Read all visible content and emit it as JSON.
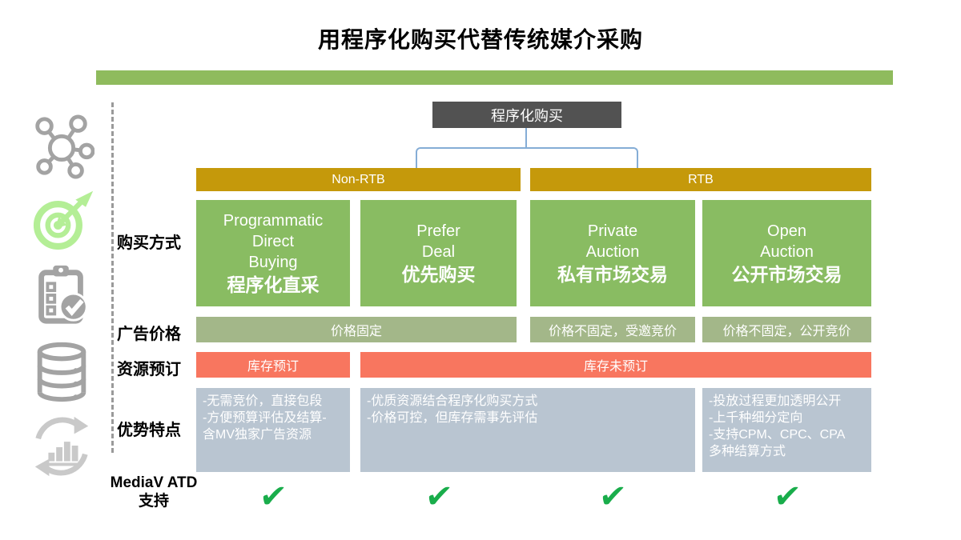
{
  "title": "用程序化购买代替传统媒介采购",
  "colors": {
    "top_bar_green": "#8FBB5D",
    "root_box_gray": "#525252",
    "connector_blue": "#85ADD6",
    "branch_gold": "#C5990B",
    "method_green": "#89BC62",
    "price_sage": "#A3B789",
    "booking_salmon": "#F8765F",
    "features_grayblue": "#B9C5D1",
    "check_green": "#19AD4B",
    "icon_gray": "#A3A3A3",
    "icon_light_gray": "#C9C9C9",
    "icon_green": "#B4EE96"
  },
  "icon_rail": {
    "icons": [
      {
        "name": "network-icon"
      },
      {
        "name": "target-arrow-icon"
      },
      {
        "name": "clipboard-checklist-icon"
      },
      {
        "name": "database-icon"
      },
      {
        "name": "analytics-cycle-icon"
      }
    ]
  },
  "tree": {
    "root_label": "程序化购买",
    "branch_left": "Non-RTB",
    "branch_right": "RTB"
  },
  "row_labels": {
    "buying_method": "购买方式",
    "ad_price": "广告价格",
    "resource_booking": "资源预订",
    "advantages": "优势特点",
    "support_line1": "MediaV ATD",
    "support_line2": "支持"
  },
  "buying_methods": [
    {
      "en": "Programmatic\nDirect\nBuying",
      "cn": "程序化直采"
    },
    {
      "en": "Prefer\nDeal",
      "cn": "优先购买"
    },
    {
      "en": "Private\nAuction",
      "cn": "私有市场交易"
    },
    {
      "en": "Open\nAuction",
      "cn": "公开市场交易"
    }
  ],
  "ad_price_cells": [
    "价格固定",
    "价格不固定，受邀竞价",
    "价格不固定，公开竞价"
  ],
  "resource_booking_cells": [
    "库存预订",
    "库存未预订"
  ],
  "advantage_cells": [
    "-无需竞价，直接包段\n-方便预算评估及结算-\n含MV独家广告资源",
    "-优质资源结合程序化购买方式\n-价格可控，但库存需事先评估",
    "-投放过程更加透明公开\n-上千种细分定向\n-支持CPM、CPC、CPA\n多种结算方式"
  ],
  "support_checks": [
    "✔",
    "✔",
    "✔",
    "✔"
  ]
}
